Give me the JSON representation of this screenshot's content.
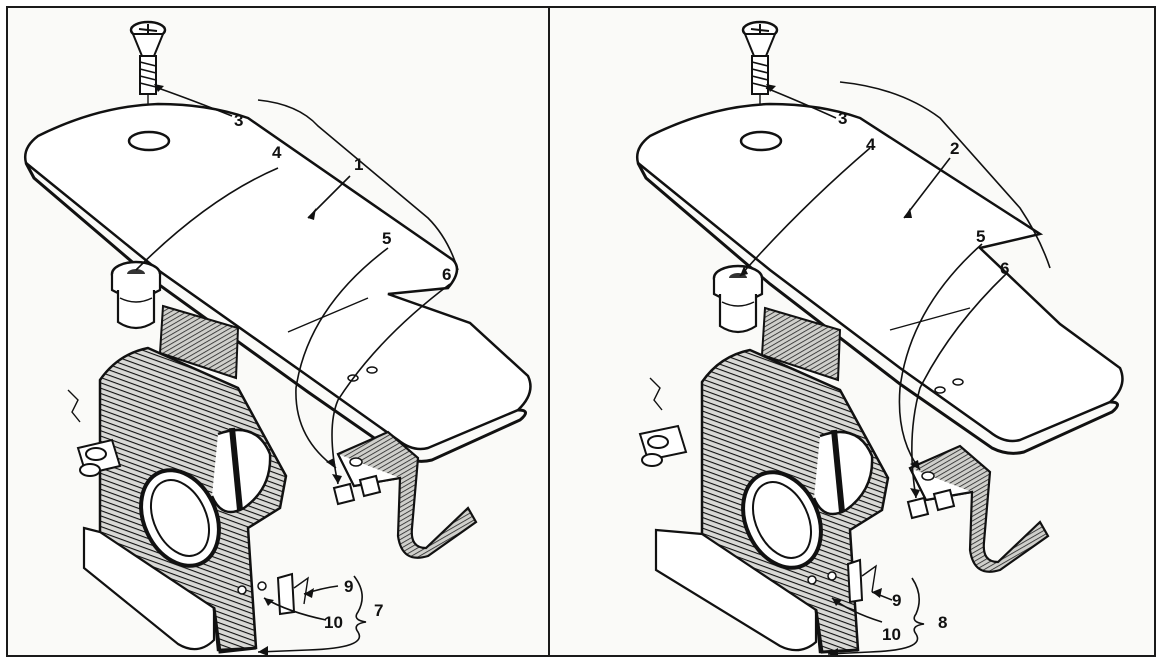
{
  "panels": [
    {
      "callouts": {
        "c1": "1",
        "c3": "3",
        "c4": "4",
        "c5": "5",
        "c6": "6",
        "c7": "7",
        "c9": "9",
        "c10": "10"
      }
    },
    {
      "callouts": {
        "c2": "2",
        "c3": "3",
        "c4": "4",
        "c5": "5",
        "c6": "6",
        "c8": "8",
        "c9": "9",
        "c10": "10"
      }
    }
  ]
}
